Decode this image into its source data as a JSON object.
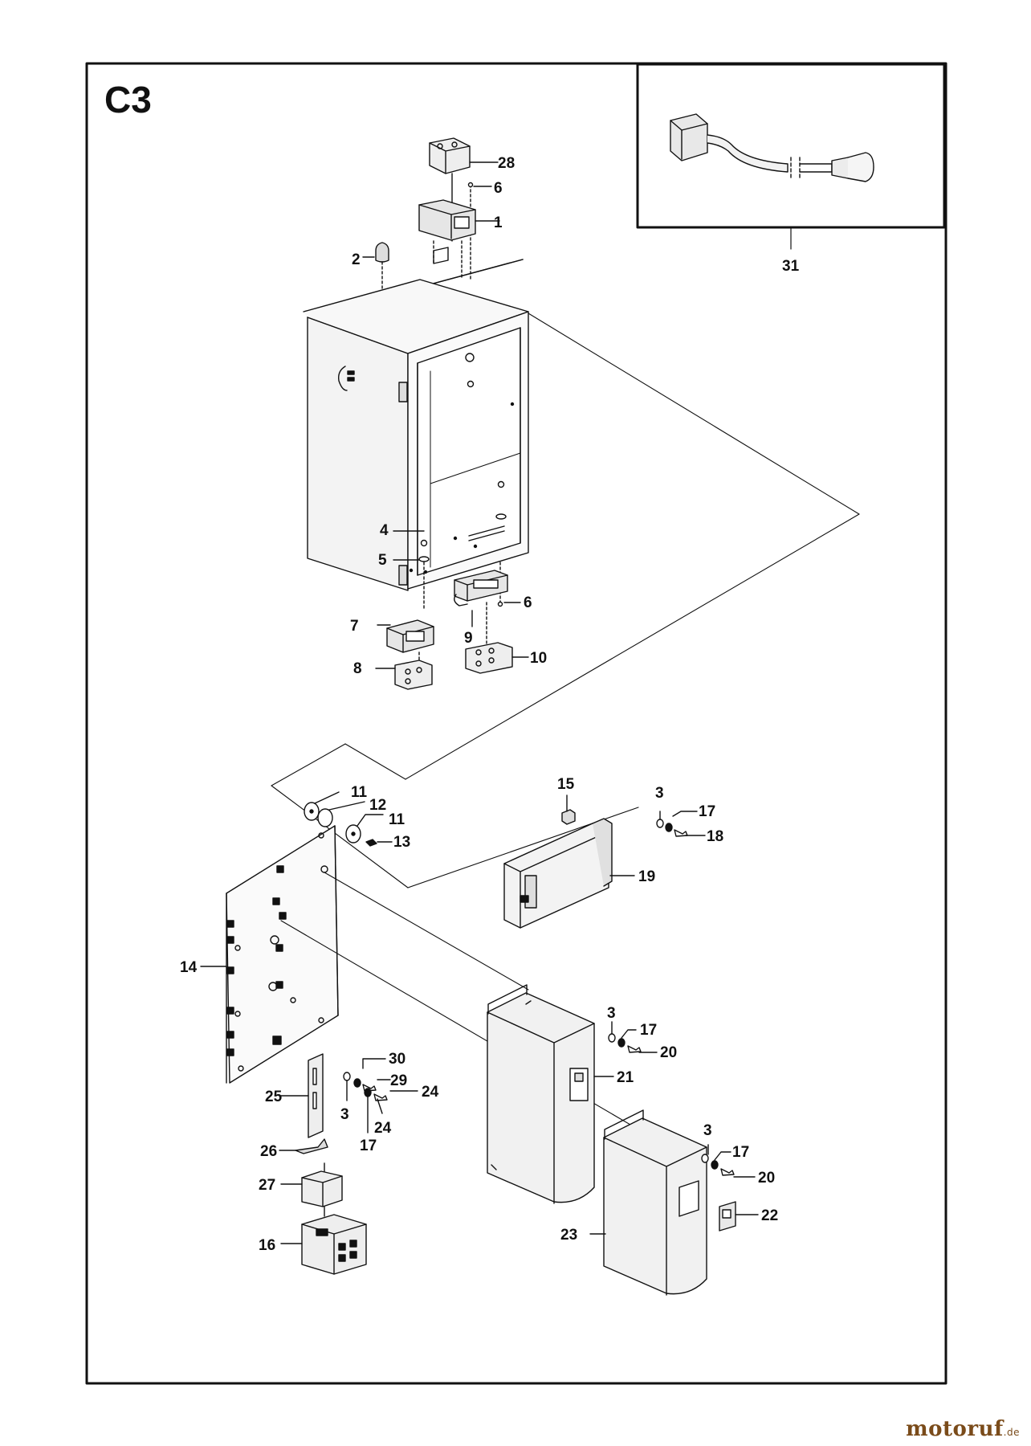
{
  "section_label": "C3",
  "watermark": {
    "name": "motoruf",
    "tld": ".de"
  },
  "callouts": [
    {
      "id": "c28",
      "text": "28"
    },
    {
      "id": "c6a",
      "text": "6"
    },
    {
      "id": "c1",
      "text": "1"
    },
    {
      "id": "c2",
      "text": "2"
    },
    {
      "id": "c31",
      "text": "31"
    },
    {
      "id": "c4",
      "text": "4"
    },
    {
      "id": "c5",
      "text": "5"
    },
    {
      "id": "c6b",
      "text": "6"
    },
    {
      "id": "c7",
      "text": "7"
    },
    {
      "id": "c9",
      "text": "9"
    },
    {
      "id": "c8",
      "text": "8"
    },
    {
      "id": "c10",
      "text": "10"
    },
    {
      "id": "c11a",
      "text": "11"
    },
    {
      "id": "c12",
      "text": "12"
    },
    {
      "id": "c11b",
      "text": "11"
    },
    {
      "id": "c13",
      "text": "13"
    },
    {
      "id": "c15",
      "text": "15"
    },
    {
      "id": "c3a",
      "text": "3"
    },
    {
      "id": "c17a",
      "text": "17"
    },
    {
      "id": "c18",
      "text": "18"
    },
    {
      "id": "c19",
      "text": "19"
    },
    {
      "id": "c14",
      "text": "14"
    },
    {
      "id": "c3b",
      "text": "3"
    },
    {
      "id": "c17b",
      "text": "17"
    },
    {
      "id": "c20a",
      "text": "20"
    },
    {
      "id": "c21",
      "text": "21"
    },
    {
      "id": "c30",
      "text": "30"
    },
    {
      "id": "c29",
      "text": "29"
    },
    {
      "id": "c24a",
      "text": "24"
    },
    {
      "id": "c25",
      "text": "25"
    },
    {
      "id": "c3c",
      "text": "3"
    },
    {
      "id": "c24b",
      "text": "24"
    },
    {
      "id": "c17c",
      "text": "17"
    },
    {
      "id": "c3d",
      "text": "3"
    },
    {
      "id": "c17d",
      "text": "17"
    },
    {
      "id": "c20b",
      "text": "20"
    },
    {
      "id": "c26",
      "text": "26"
    },
    {
      "id": "c27",
      "text": "27"
    },
    {
      "id": "c22",
      "text": "22"
    },
    {
      "id": "c23",
      "text": "23"
    },
    {
      "id": "c16",
      "text": "16"
    }
  ]
}
